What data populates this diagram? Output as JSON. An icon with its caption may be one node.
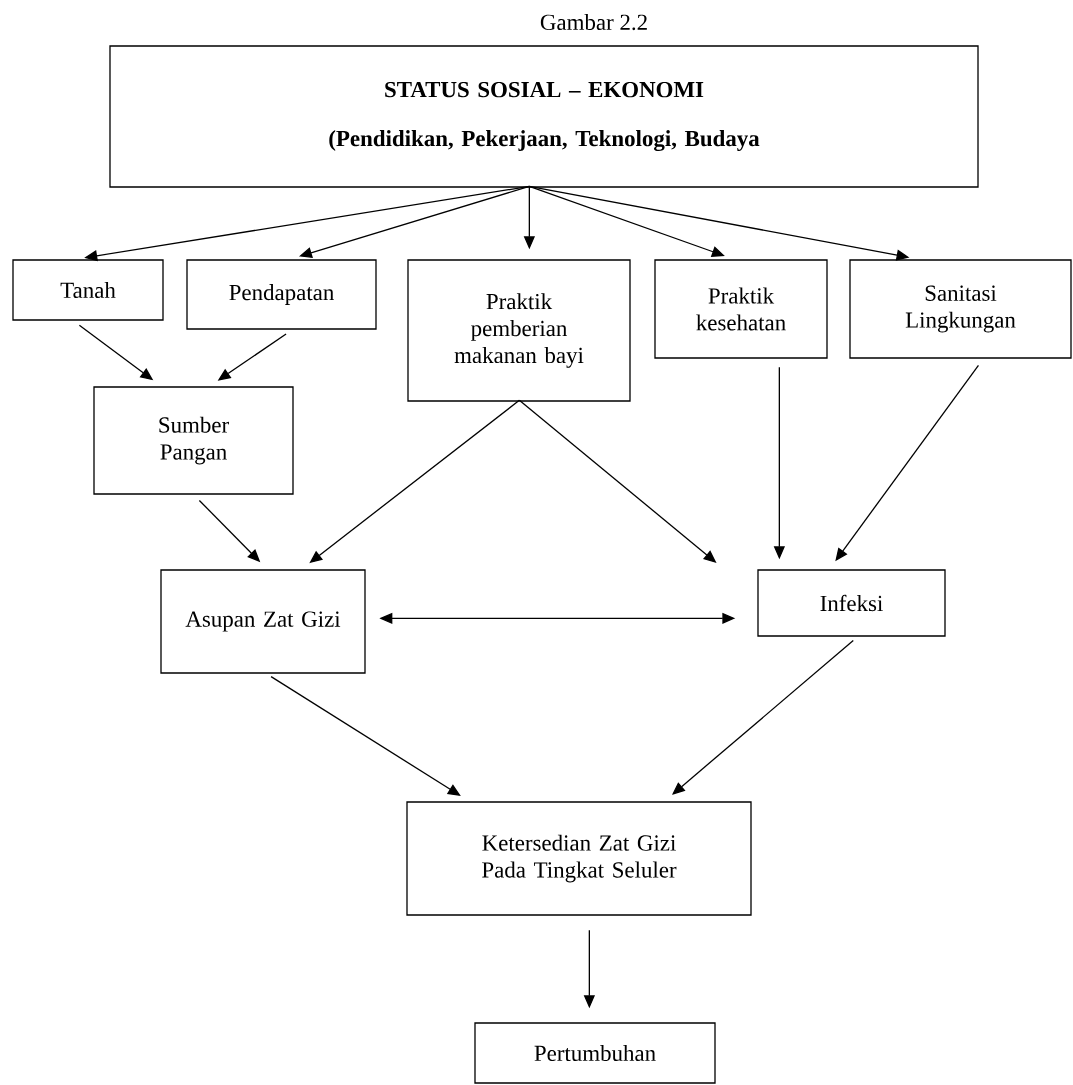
{
  "diagram": {
    "title": "Gambar 2.2",
    "nodes": [
      {
        "text": [
          "STATUS SOSIAL – EKONOMI",
          "(Pendidikan, Pekerjaan, Teknologi, Budaya"
        ]
      },
      {
        "text": [
          "Tanah"
        ]
      },
      {
        "text": [
          "Pendapatan"
        ]
      },
      {
        "text": [
          "Praktik pemberian makanan bayi"
        ]
      },
      {
        "text": [
          "Praktik kesehatan"
        ]
      },
      {
        "text": [
          "Sanitasi Lingkungan"
        ]
      },
      {
        "text": [
          "Sumber Pangan"
        ]
      },
      {
        "text": [
          "Asupan Zat Gizi"
        ]
      },
      {
        "text": [
          "Infeksi"
        ]
      },
      {
        "text": [
          "Ketersedian Zat Gizi Pada Tingkat Seluler"
        ]
      },
      {
        "text": [
          "Pertumbuhan"
        ]
      }
    ],
    "edges": [
      {
        "from": 0,
        "to": 1,
        "arrow": "to"
      },
      {
        "from": 0,
        "to": 2,
        "arrow": "to"
      },
      {
        "from": 0,
        "to": 3,
        "arrow": "to"
      },
      {
        "from": 0,
        "to": 4,
        "arrow": "to"
      },
      {
        "from": 0,
        "to": 5,
        "arrow": "to"
      },
      {
        "from": 1,
        "to": 6,
        "arrow": "to"
      },
      {
        "from": 2,
        "to": 6,
        "arrow": "to"
      },
      {
        "from": 3,
        "to": 7,
        "arrow": "to"
      },
      {
        "from": 3,
        "to": 8,
        "arrow": "to"
      },
      {
        "from": 4,
        "to": 8,
        "arrow": "to"
      },
      {
        "from": 5,
        "to": 8,
        "arrow": "to"
      },
      {
        "from": 6,
        "to": 7,
        "arrow": "to"
      },
      {
        "from": 7,
        "to": 8,
        "arrow": "both"
      },
      {
        "from": 7,
        "to": 9,
        "arrow": "to"
      },
      {
        "from": 8,
        "to": 9,
        "arrow": "to"
      },
      {
        "from": 9,
        "to": 10,
        "arrow": "to"
      }
    ]
  }
}
